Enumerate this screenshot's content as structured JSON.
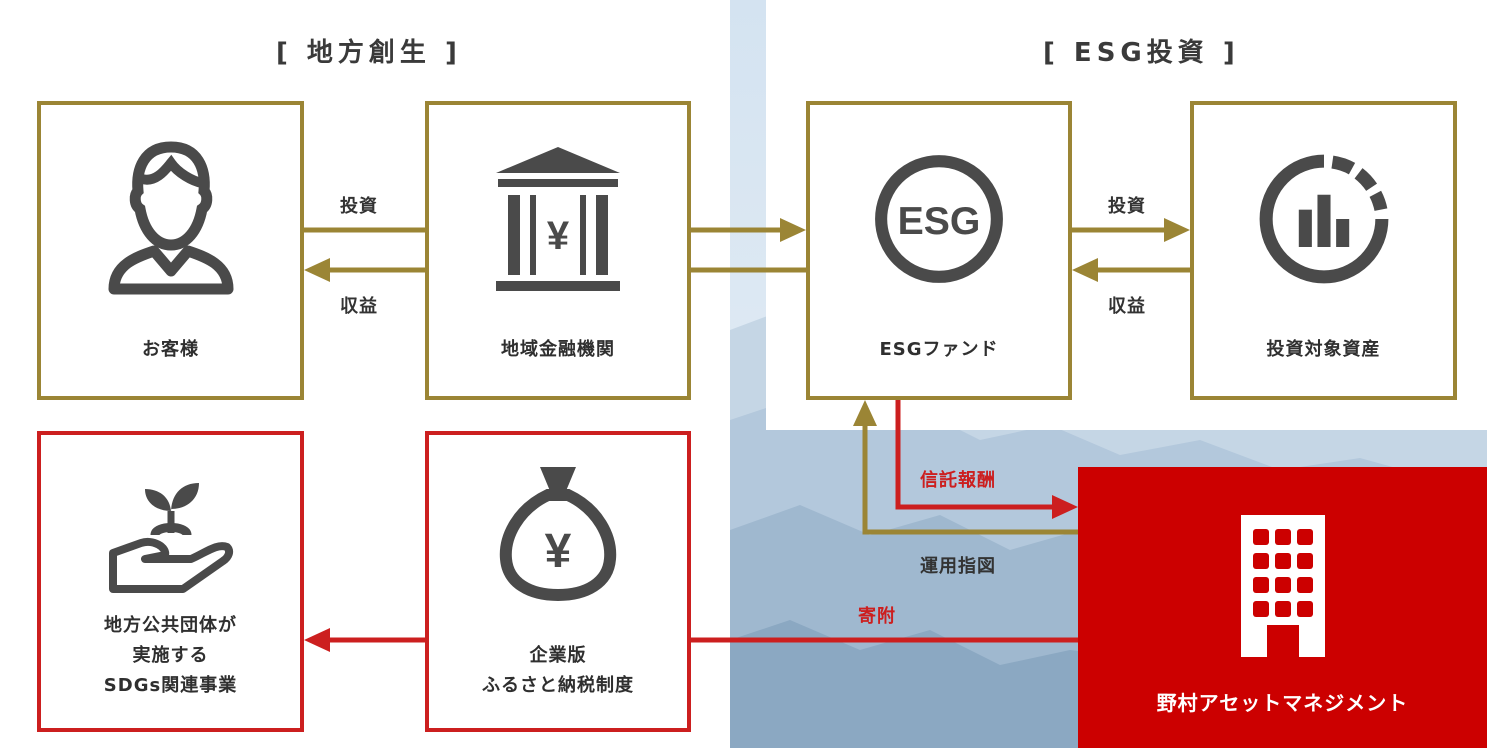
{
  "sections": {
    "regional": "[ 地方創生 ]",
    "esg": "[ ESG投資 ]"
  },
  "boxes": {
    "customer": "お客様",
    "regional_bank": "地域金融機関",
    "esg_fund": "ESGファンド",
    "investment_assets": "投資対象資産",
    "local_gov_line1": "地方公共団体が",
    "local_gov_line2": "実施する",
    "local_gov_line3": "SDGs関連事業",
    "furusato_line1": "企業版",
    "furusato_line2": "ふるさと納税制度",
    "nomura": "野村アセットマネジメント"
  },
  "flows": {
    "invest_left": "投資",
    "return_left": "収益",
    "invest_right": "投資",
    "return_right": "収益",
    "trust_fee": "信託報酬",
    "instruction": "運用指図",
    "donation": "寄附"
  },
  "icons": {
    "esg_text": "ESG",
    "bank_yen": "¥",
    "bag_yen": "¥"
  },
  "colors": {
    "gold": "#9b8535",
    "red": "#cc1f1f",
    "nomura_red": "#cc0000",
    "icon_gray": "#4a4a4a"
  }
}
